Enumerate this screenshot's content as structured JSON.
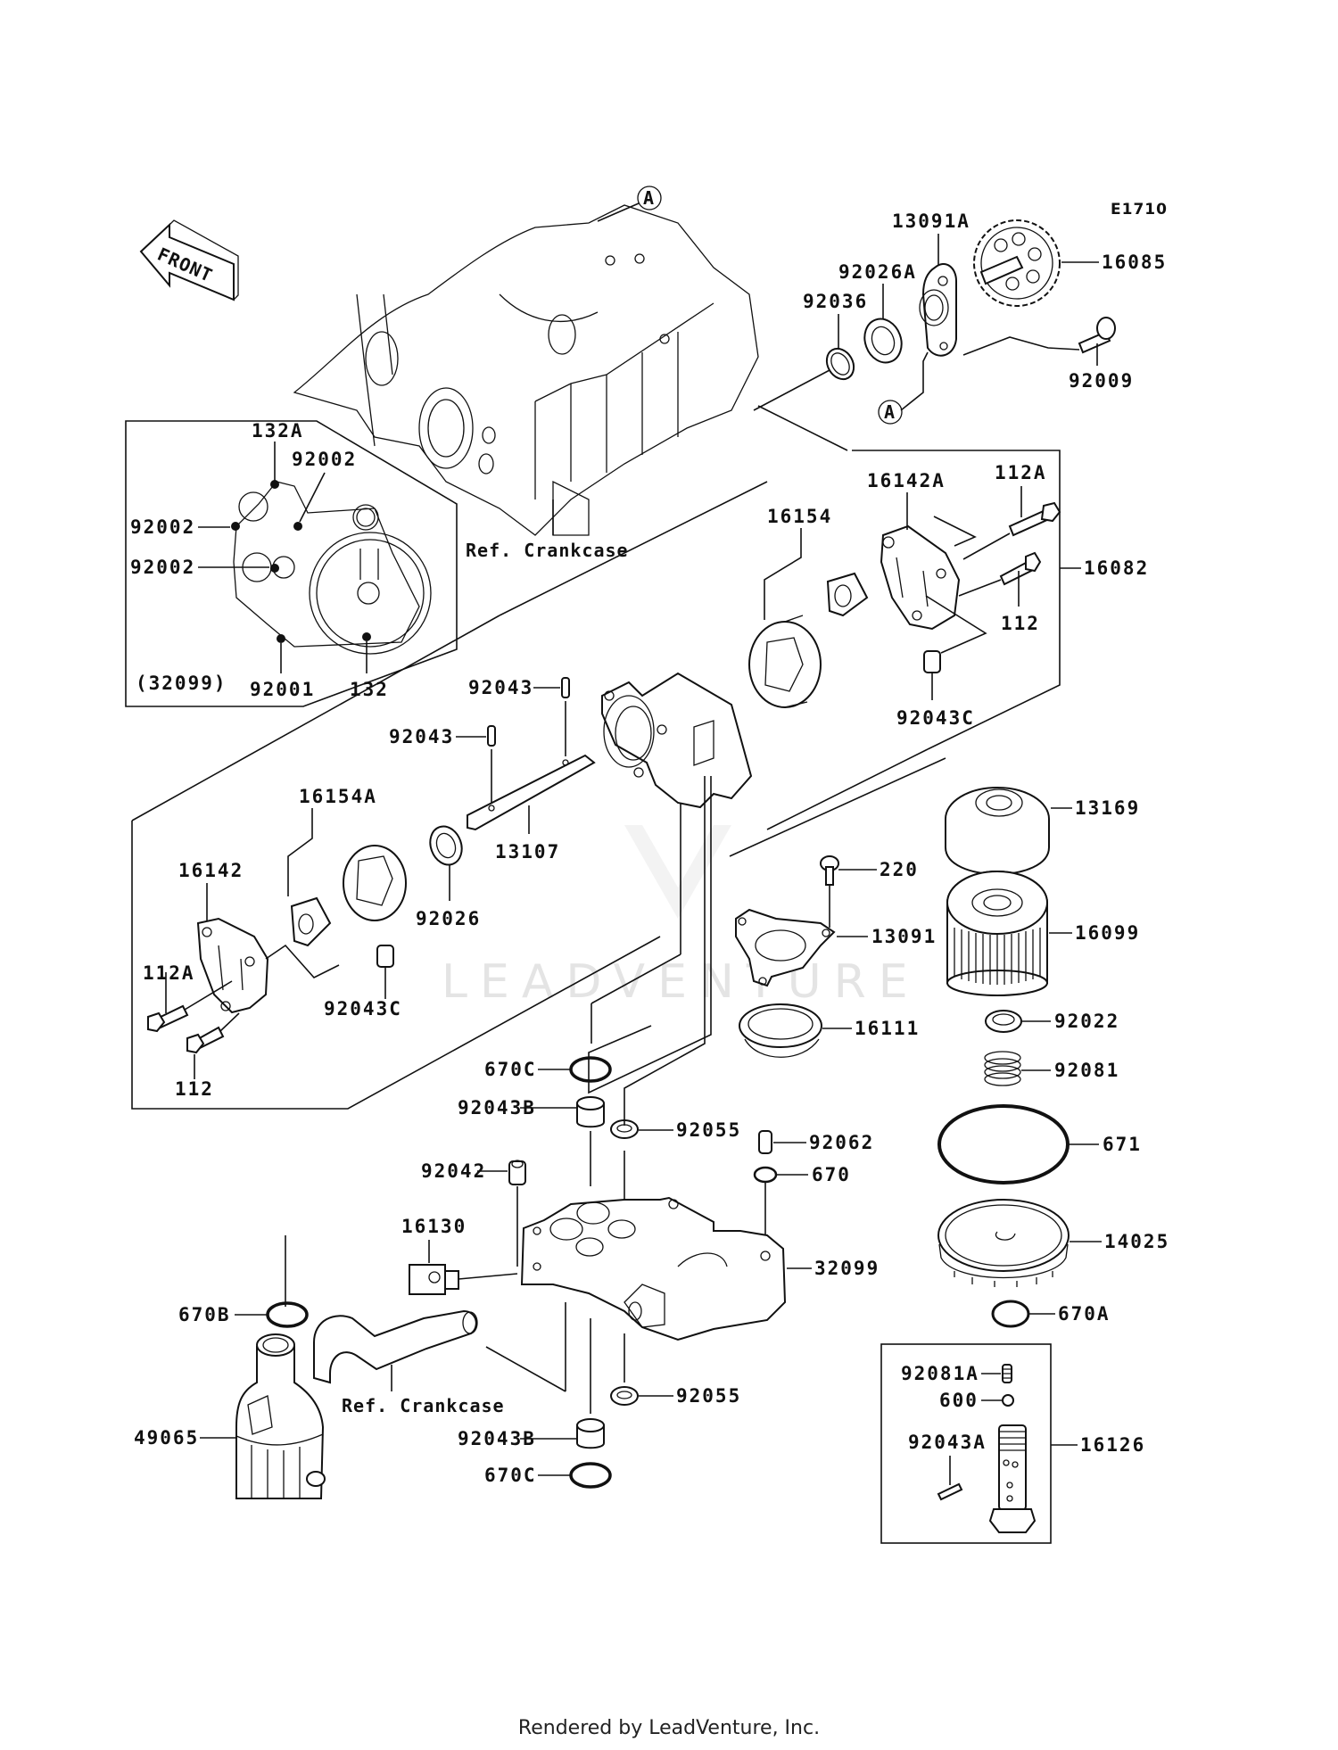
{
  "diagram": {
    "code": "E1710",
    "front_label": "FRONT",
    "ref_crankcase_top": "Ref. Crankcase",
    "ref_crankcase_bottom": "Ref. Crankcase",
    "marker_a": "A",
    "watermark": "LEADVENTURE"
  },
  "inset_box": {
    "caption": "(32099)",
    "labels": [
      "132A",
      "92002",
      "92002",
      "92002",
      "92001",
      "132"
    ]
  },
  "parts": {
    "p13091A": "13091A",
    "p92026A": "92026A",
    "p92036": "92036",
    "p16085": "16085",
    "p92009": "92009",
    "p16142A": "16142A",
    "p112A_r": "112A",
    "p16154": "16154",
    "p16082": "16082",
    "p112_r": "112",
    "p92043C_r": "92043C",
    "p92043_a": "92043",
    "p92043_b": "92043",
    "p13107": "13107",
    "p16154A": "16154A",
    "p16142": "16142",
    "p92026": "92026",
    "p112A_l": "112A",
    "p112_l": "112",
    "p92043C_l": "92043C",
    "p13169": "13169",
    "p220": "220",
    "p13091": "13091",
    "p16099": "16099",
    "p16111": "16111",
    "p92022": "92022",
    "p92081": "92081",
    "p671": "671",
    "p14025": "14025",
    "p670A": "670A",
    "p670C_top": "670C",
    "p92043B_top": "92043B",
    "p92055_top": "92055",
    "p92062": "92062",
    "p92042": "92042",
    "p670": "670",
    "p16130": "16130",
    "p32099": "32099",
    "p670B": "670B",
    "p92055_bot": "92055",
    "p49065": "49065",
    "p92043B_bot": "92043B",
    "p670C_bot": "670C",
    "p92081A": "92081A",
    "p600": "600",
    "p92043A": "92043A",
    "p16126": "16126"
  },
  "footer": {
    "text": "Rendered by LeadVenture, Inc."
  }
}
